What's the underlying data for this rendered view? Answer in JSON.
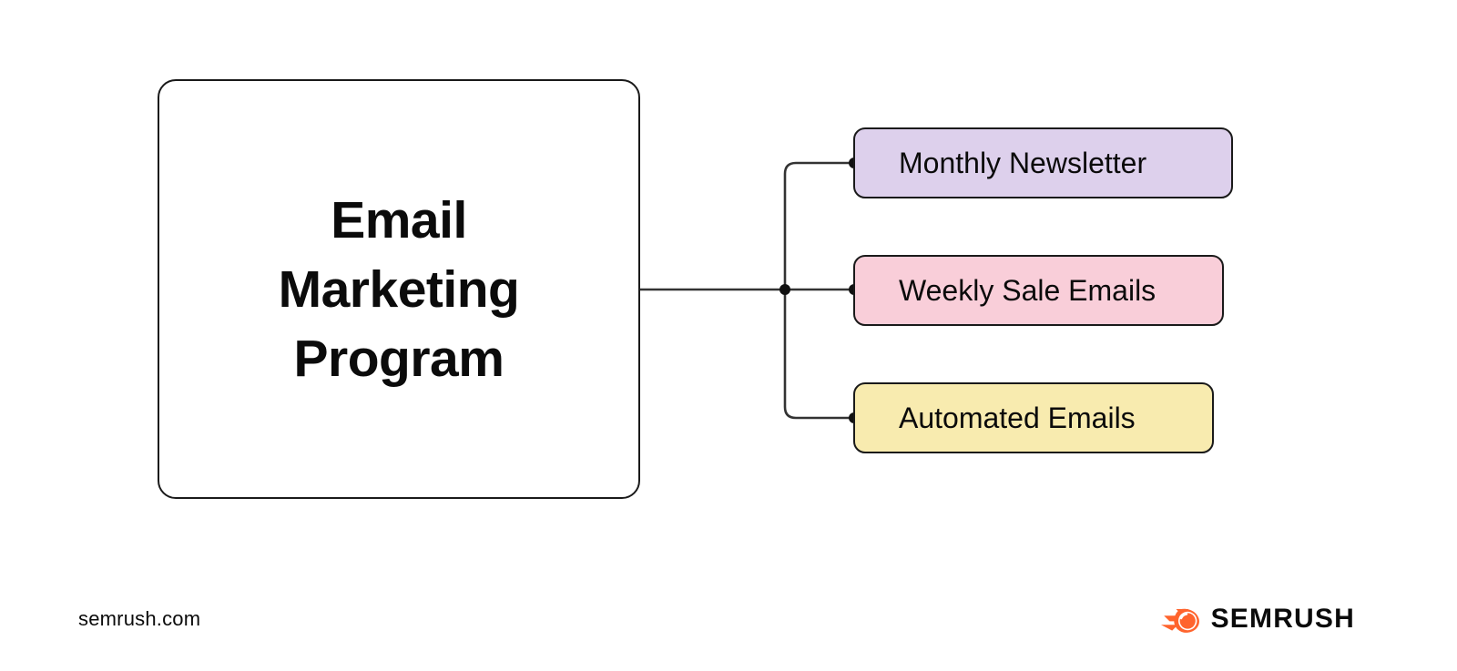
{
  "diagram": {
    "type": "tree",
    "root": {
      "label": "Email\nMarketing\nProgram",
      "fill": "#ffffff",
      "border": "#1a1a1a"
    },
    "children": [
      {
        "label": "Monthly Newsletter",
        "fill": "#ddd0ec",
        "border": "#1a1a1a"
      },
      {
        "label": "Weekly Sale Emails",
        "fill": "#f9ced9",
        "border": "#1a1a1a"
      },
      {
        "label": "Automated Emails",
        "fill": "#f8ebaf",
        "border": "#1a1a1a"
      }
    ],
    "connector_color": "#333333",
    "connector_dot_color": "#111111"
  },
  "footer": {
    "url": "semrush.com",
    "brand": "SEMRUSH",
    "brand_icon": "comet-icon",
    "brand_color": "#ff642d"
  }
}
